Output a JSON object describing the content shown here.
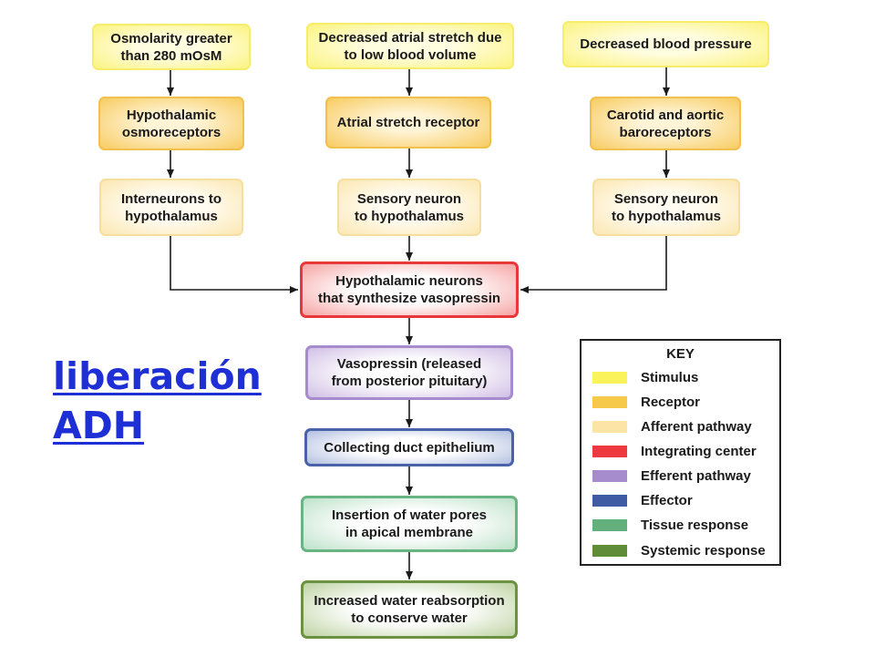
{
  "nodes": {
    "stim_osm": {
      "text": "Osmolarity greater\nthan 280 mOsM"
    },
    "stim_atrial": {
      "text": "Decreased atrial stretch due\nto low blood volume"
    },
    "stim_bp": {
      "text": "Decreased blood pressure"
    },
    "rec_osmo": {
      "text": "Hypothalamic\nosmoreceptors"
    },
    "rec_atrial": {
      "text": "Atrial stretch receptor"
    },
    "rec_baro": {
      "text": "Carotid and aortic\nbaroreceptors"
    },
    "aff_inter": {
      "text": "Interneurons to\nhypothalamus"
    },
    "aff_sens1": {
      "text": "Sensory neuron\nto hypothalamus"
    },
    "aff_sens2": {
      "text": "Sensory neuron\nto hypothalamus"
    },
    "integrating": {
      "text": "Hypothalamic neurons\nthat synthesize vasopressin"
    },
    "efferent": {
      "text": "Vasopressin (released\nfrom posterior pituitary)"
    },
    "effector": {
      "text": "Collecting duct epithelium"
    },
    "tissue": {
      "text": "Insertion of water pores\nin apical membrane"
    },
    "systemic": {
      "text": "Increased water reabsorption\nto conserve water"
    }
  },
  "side_link": {
    "line1": "liberación",
    "line2": "ADH"
  },
  "key": {
    "title": "KEY",
    "items": [
      {
        "label": "Stimulus",
        "color": "#fbf35a"
      },
      {
        "label": "Receptor",
        "color": "#f7c94a"
      },
      {
        "label": "Afferent pathway",
        "color": "#fbe4a6"
      },
      {
        "label": "Integrating center",
        "color": "#ee3a3e"
      },
      {
        "label": "Efferent pathway",
        "color": "#a68ccc"
      },
      {
        "label": "Effector",
        "color": "#3f5ba3"
      },
      {
        "label": "Tissue response",
        "color": "#64b07c"
      },
      {
        "label": "Systemic response",
        "color": "#5e8c38"
      }
    ]
  }
}
